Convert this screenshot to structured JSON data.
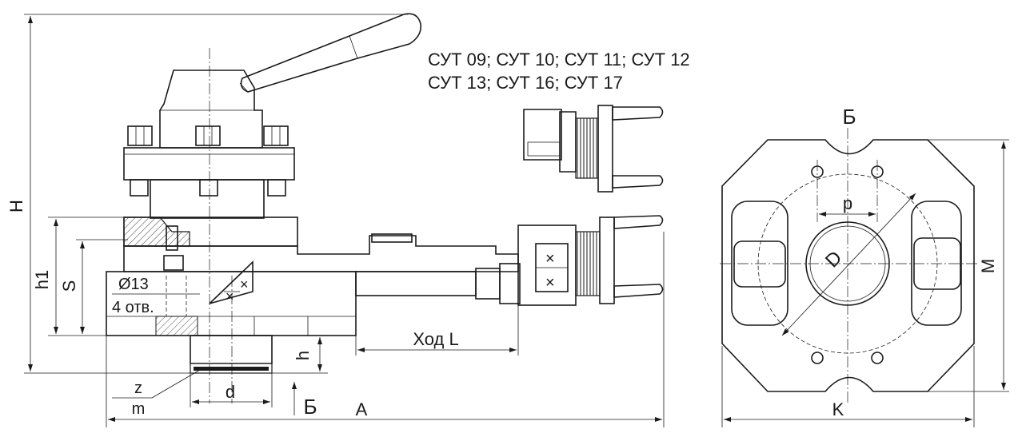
{
  "models": {
    "line1": "СУТ 09; СУТ 10; СУТ 11; СУТ 12",
    "line2": "СУТ 13; СУТ 16; СУТ 17"
  },
  "labels": {
    "H": "H",
    "h1": "h1",
    "S": "S",
    "hole_dia": "Ø13",
    "holes_count": "4 отв.",
    "stroke": "Ход L",
    "h": "h",
    "z": "z",
    "m": "m",
    "d": "d",
    "view_arrow": "Б",
    "A": "A",
    "view_title": "Б",
    "p": "p",
    "D": "D",
    "M": "M",
    "K": "K"
  },
  "colors": {
    "line": "#1a1a1a",
    "background": "#ffffff"
  }
}
